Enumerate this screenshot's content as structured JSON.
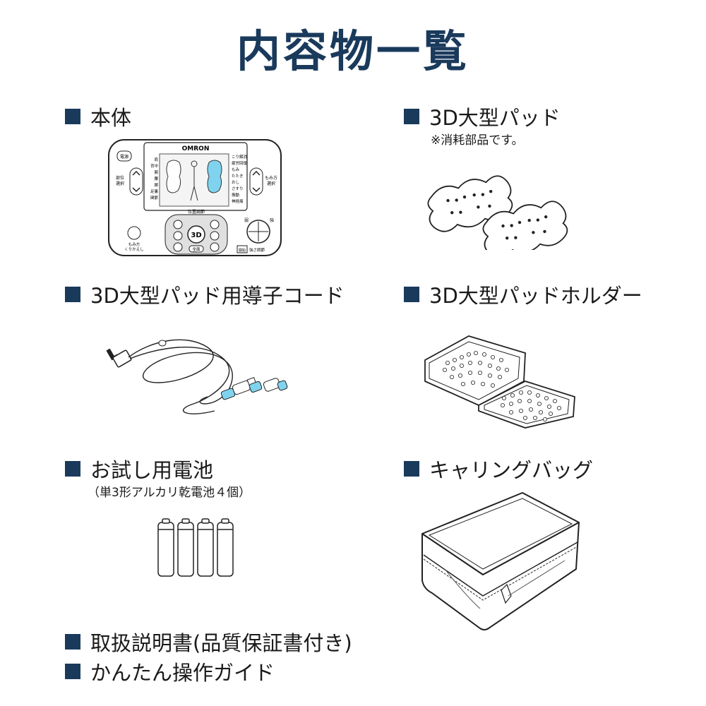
{
  "title": "内容物一覧",
  "brand": "OMRON",
  "items": [
    {
      "label": "本体"
    },
    {
      "label": "3D大型パッド",
      "note": "※消耗部品です。"
    },
    {
      "label": "3D大型パッド用導子コード"
    },
    {
      "label": "3D大型パッドホルダー"
    },
    {
      "label": "お試し用電池",
      "note": "（単3形アルカリ乾電池４個）"
    },
    {
      "label": "キャリングバッグ"
    },
    {
      "label": "取扱説明書(品質保証書付き)"
    },
    {
      "label": "かんたん操作ガイド"
    }
  ],
  "device": {
    "power": "電源",
    "left_button": "部位\n選択",
    "right_button": "もみ方\n選択",
    "left_labels": [
      "肩",
      "背中",
      "腕",
      "腰",
      "脚",
      "足裏",
      "関節"
    ],
    "right_labels": [
      "こり解消",
      "疲労回復",
      "もみ",
      "たたき",
      "おし",
      "さすり",
      "振動",
      "神経痛"
    ],
    "bottom_left": "もみ方\nくりかえし",
    "mid_top": "位置調節",
    "mid_3d": "3D",
    "mid_all": "全面",
    "start": "開始",
    "strength": "強さ調節",
    "weak": "弱",
    "strong": "強"
  },
  "colors": {
    "accent": "#1a3a5c",
    "pad_blue": "#7fd3ef"
  }
}
